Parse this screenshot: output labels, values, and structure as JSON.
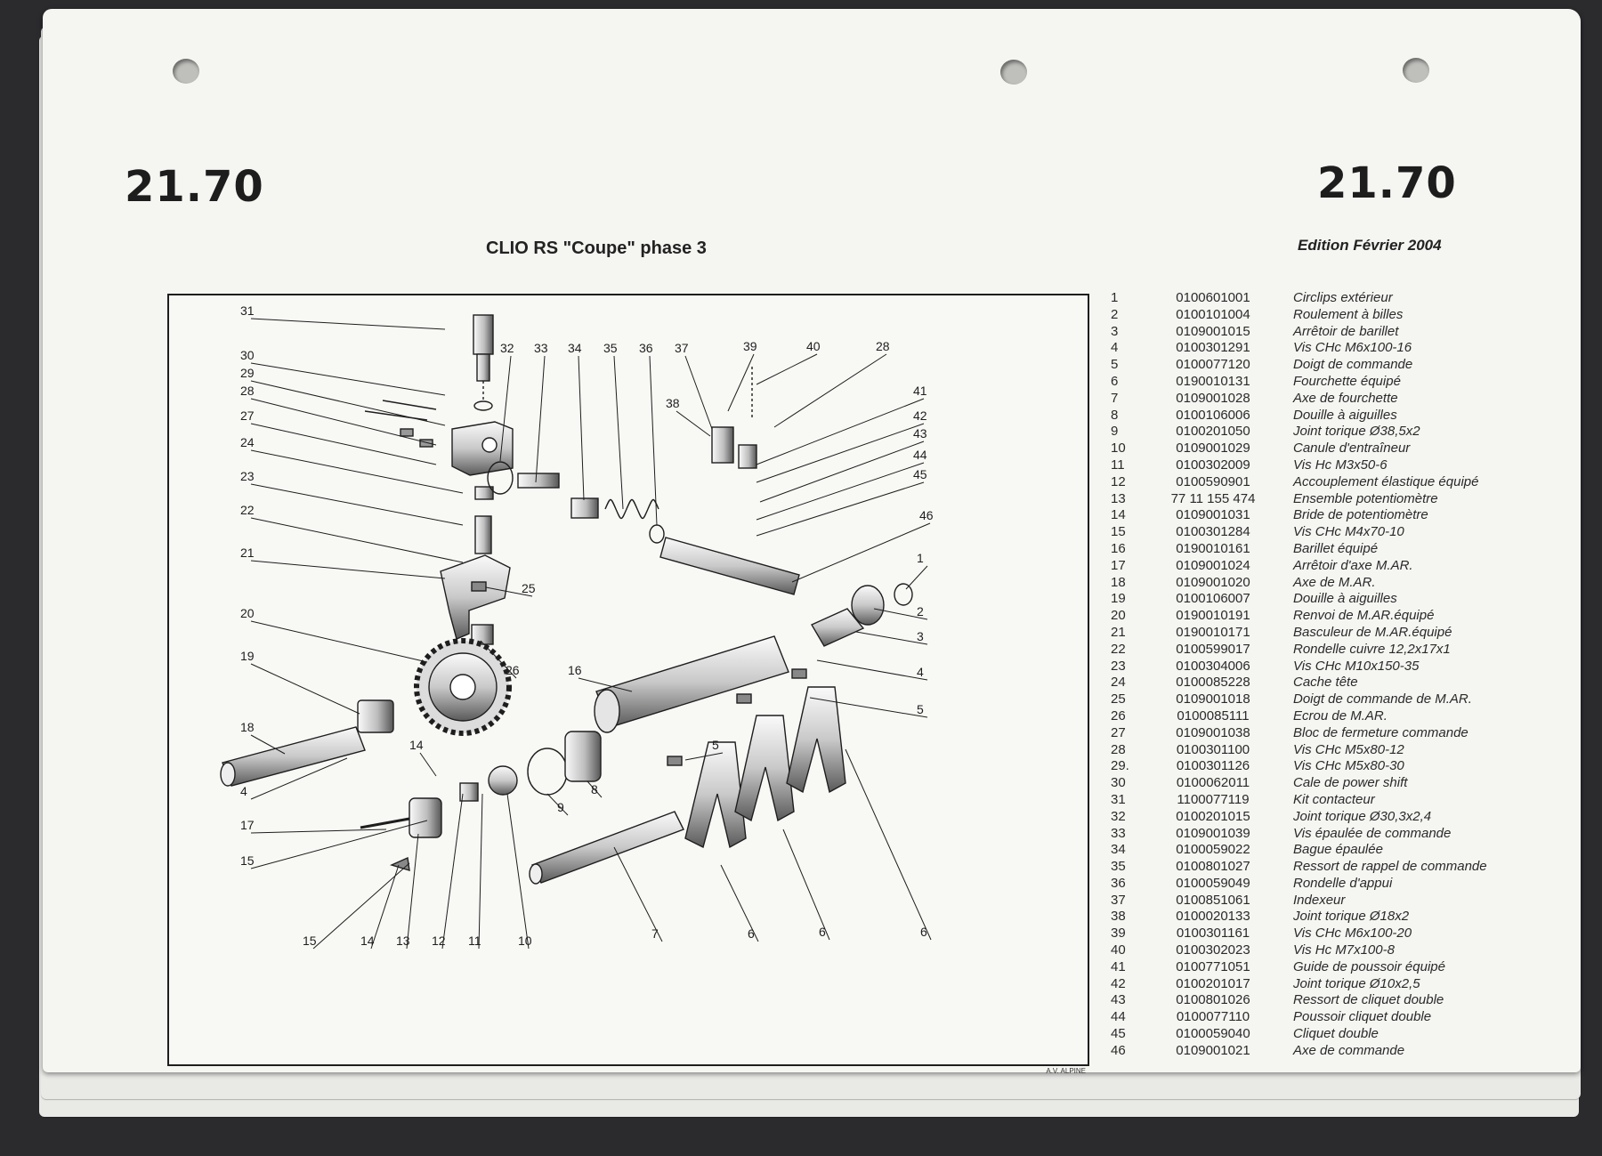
{
  "header": {
    "page_number_left": "21.70",
    "page_number_right": "21.70",
    "subtitle": "CLIO RS \"Coupe\" phase 3",
    "edition": "Edition Février 2004"
  },
  "diagram": {
    "credit": "A.V. ALPINE",
    "callouts": [
      "31",
      "30",
      "29",
      "28",
      "27",
      "24",
      "23",
      "22",
      "21",
      "20",
      "19",
      "18",
      "4",
      "17",
      "15",
      "14",
      "15",
      "14",
      "13",
      "12",
      "11",
      "10",
      "9",
      "8",
      "7",
      "6",
      "6",
      "6",
      "5",
      "5",
      "4",
      "3",
      "2",
      "1",
      "46",
      "45",
      "44",
      "43",
      "42",
      "41",
      "40",
      "39",
      "38",
      "37",
      "36",
      "35",
      "34",
      "33",
      "32",
      "28",
      "25",
      "26",
      "16"
    ]
  },
  "parts": [
    {
      "n": "1",
      "ref": "0100601001",
      "des": "Circlips extérieur"
    },
    {
      "n": "2",
      "ref": "0100101004",
      "des": "Roulement à billes"
    },
    {
      "n": "3",
      "ref": "0109001015",
      "des": "Arrêtoir de barillet"
    },
    {
      "n": "4",
      "ref": "0100301291",
      "des": "Vis CHc M6x100-16"
    },
    {
      "n": "5",
      "ref": "0100077120",
      "des": "Doigt de commande"
    },
    {
      "n": "6",
      "ref": "0190010131",
      "des": "Fourchette équipé"
    },
    {
      "n": "7",
      "ref": "0109001028",
      "des": "Axe de fourchette"
    },
    {
      "n": "8",
      "ref": "0100106006",
      "des": "Douille à aiguilles"
    },
    {
      "n": "9",
      "ref": "0100201050",
      "des": "Joint torique Ø38,5x2"
    },
    {
      "n": "10",
      "ref": "0109001029",
      "des": "Canule d'entraîneur"
    },
    {
      "n": "11",
      "ref": "0100302009",
      "des": "Vis Hc M3x50-6"
    },
    {
      "n": "12",
      "ref": "0100590901",
      "des": "Accouplement élastique équipé"
    },
    {
      "n": "13",
      "ref": "77 11 155 474",
      "des": "Ensemble potentiomètre"
    },
    {
      "n": "14",
      "ref": "0109001031",
      "des": "Bride de potentiomètre"
    },
    {
      "n": "15",
      "ref": "0100301284",
      "des": "Vis CHc M4x70-10"
    },
    {
      "n": "16",
      "ref": "0190010161",
      "des": "Barillet équipé"
    },
    {
      "n": "17",
      "ref": "0109001024",
      "des": "Arrêtoir d'axe M.AR."
    },
    {
      "n": "18",
      "ref": "0109001020",
      "des": "Axe de M.AR."
    },
    {
      "n": "19",
      "ref": "0100106007",
      "des": "Douille à aiguilles"
    },
    {
      "n": "20",
      "ref": "0190010191",
      "des": "Renvoi de M.AR.équipé"
    },
    {
      "n": "21",
      "ref": "0190010171",
      "des": "Basculeur de M.AR.équipé"
    },
    {
      "n": "22",
      "ref": "0100599017",
      "des": "Rondelle cuivre 12,2x17x1"
    },
    {
      "n": "23",
      "ref": "0100304006",
      "des": "Vis CHc M10x150-35"
    },
    {
      "n": "24",
      "ref": "0100085228",
      "des": "Cache tête"
    },
    {
      "n": "25",
      "ref": "0109001018",
      "des": "Doigt de commande de M.AR."
    },
    {
      "n": "26",
      "ref": "0100085111",
      "des": "Ecrou de M.AR."
    },
    {
      "n": "27",
      "ref": "0109001038",
      "des": "Bloc de fermeture commande"
    },
    {
      "n": "28",
      "ref": "0100301100",
      "des": "Vis CHc M5x80-12"
    },
    {
      "n": "29.",
      "ref": "0100301126",
      "des": "Vis CHc M5x80-30"
    },
    {
      "n": "30",
      "ref": "0100062011",
      "des": "Cale de power shift"
    },
    {
      "n": "31",
      "ref": "1100077119",
      "des": "Kit contacteur"
    },
    {
      "n": "32",
      "ref": "0100201015",
      "des": "Joint torique Ø30,3x2,4"
    },
    {
      "n": "33",
      "ref": "0109001039",
      "des": "Vis épaulée de commande"
    },
    {
      "n": "34",
      "ref": "0100059022",
      "des": "Bague épaulée"
    },
    {
      "n": "35",
      "ref": "0100801027",
      "des": "Ressort de rappel de commande"
    },
    {
      "n": "36",
      "ref": "0100059049",
      "des": "Rondelle d'appui"
    },
    {
      "n": "37",
      "ref": "0100851061",
      "des": "Indexeur"
    },
    {
      "n": "38",
      "ref": "0100020133",
      "des": "Joint torique Ø18x2"
    },
    {
      "n": "39",
      "ref": "0100301161",
      "des": "Vis CHc M6x100-20"
    },
    {
      "n": "40",
      "ref": "0100302023",
      "des": "Vis Hc M7x100-8"
    },
    {
      "n": "41",
      "ref": "0100771051",
      "des": "Guide de poussoir équipé"
    },
    {
      "n": "42",
      "ref": "0100201017",
      "des": "Joint torique Ø10x2,5"
    },
    {
      "n": "43",
      "ref": "0100801026",
      "des": "Ressort de cliquet double"
    },
    {
      "n": "44",
      "ref": "0100077110",
      "des": "Poussoir cliquet double"
    },
    {
      "n": "45",
      "ref": "0100059040",
      "des": "Cliquet double"
    },
    {
      "n": "46",
      "ref": "0109001021",
      "des": "Axe de commande"
    }
  ]
}
